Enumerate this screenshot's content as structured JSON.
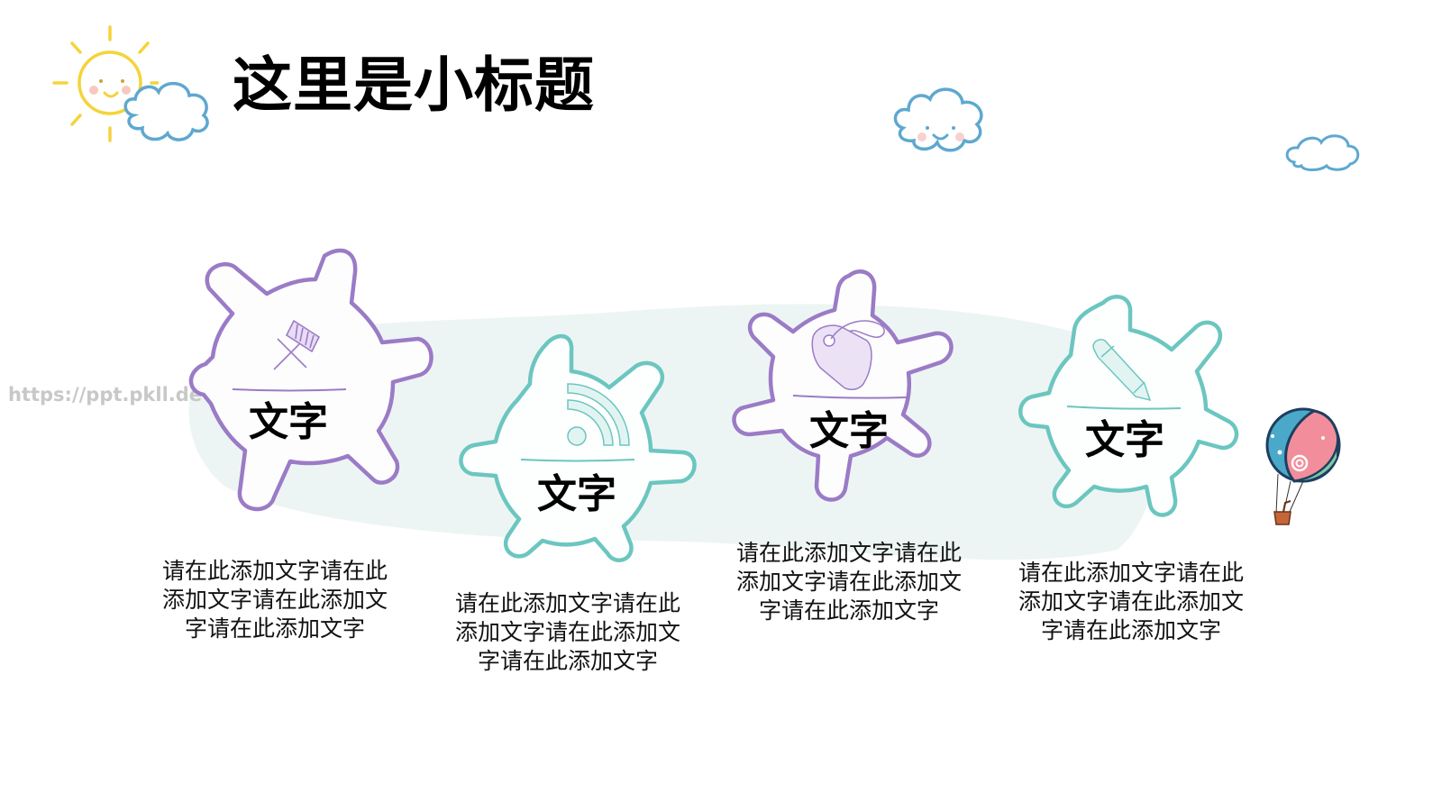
{
  "slide": {
    "title": "这里是小标题",
    "watermark": "https://ppt.pkll.de",
    "colors": {
      "purple": "#9b7bc6",
      "teal": "#6cc6c0",
      "sun": "#f5d33a",
      "cloud": "#5ea8d0",
      "swash": "#eaf3f2"
    },
    "decorations": [
      "sun-icon",
      "cloud-icon",
      "smiling-cloud-icon",
      "small-cloud-icon",
      "hot-air-balloon-icon"
    ],
    "steps": [
      {
        "label": "文字",
        "icon": "pushpin-icon",
        "color": "purple",
        "description": [
          "请在此添加文字请在此",
          "添加文字请在此添加文",
          "字请在此添加文字"
        ]
      },
      {
        "label": "文字",
        "icon": "rss-icon",
        "color": "teal",
        "description": [
          "请在此添加文字请在此",
          "添加文字请在此添加文",
          "字请在此添加文字"
        ]
      },
      {
        "label": "文字",
        "icon": "price-tag-icon",
        "color": "purple",
        "description": [
          "请在此添加文字请在此",
          "添加文字请在此添加文",
          "字请在此添加文字"
        ]
      },
      {
        "label": "文字",
        "icon": "pencil-icon",
        "color": "teal",
        "description": [
          "请在此添加文字请在此",
          "添加文字请在此添加文",
          "字请在此添加文字"
        ]
      }
    ]
  }
}
